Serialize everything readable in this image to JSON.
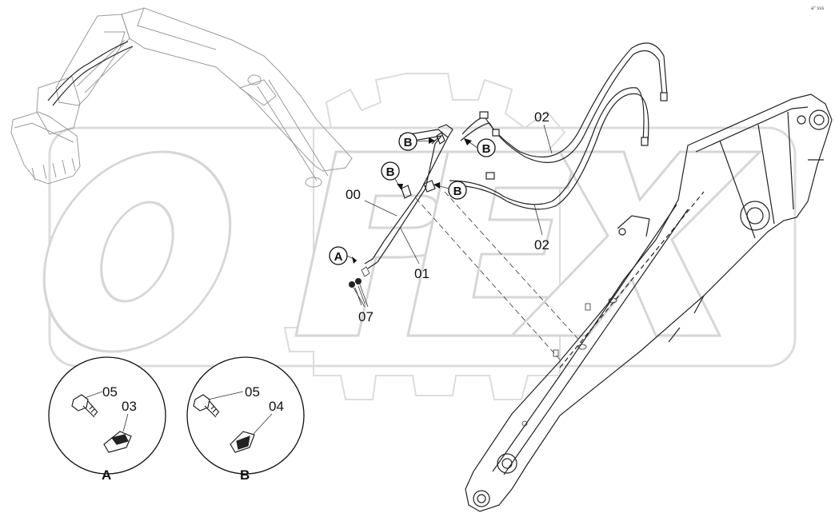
{
  "watermark": {
    "text": "OPEX",
    "color": "#e6e6e6"
  },
  "corner_mark": "a° sss",
  "part_labels": {
    "p00": "00",
    "p01": "01",
    "p02a": "02",
    "p02b": "02",
    "p07": "07"
  },
  "callouts": {
    "a1": "A",
    "b1": "B",
    "b2": "B",
    "b3": "B",
    "b4": "B"
  },
  "detail_a": {
    "title": "A",
    "bolt": "05",
    "clamp": "03"
  },
  "detail_b": {
    "title": "B",
    "bolt": "05",
    "clamp": "04"
  }
}
